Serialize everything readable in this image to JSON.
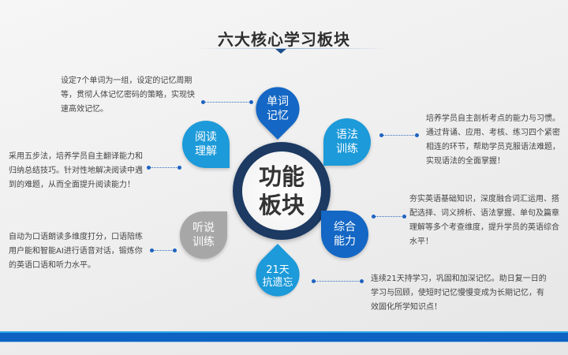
{
  "title": "六大核心学习板块",
  "center": {
    "line1": "功能",
    "line2": "板块"
  },
  "modules": [
    {
      "label_1": "单词",
      "label_2": "记忆",
      "desc": "设定7个单词为一组，设定的记忆周期等，贯彻人体记忆密码的策略，实现快速高效记忆。"
    },
    {
      "label_1": "语法",
      "label_2": "训练",
      "desc": "培养学员自主剖析考点的能力与习惯。通过背诵、应用、考核、练习四个紧密相连的环节，帮助学员克服语法难题，实现语法的全面掌握！"
    },
    {
      "label_1": "综合",
      "label_2": "能力",
      "desc": "夯实英语基础知识，深度融合词汇运用、搭配选择、词义辨析、语法掌握、单句及篇章理解等多个考查维度，提升学员的英语综合水平！"
    },
    {
      "label_1": "21天",
      "label_2": "抗遗忘",
      "desc": "连续21天持学习，巩固和加深记忆。助日复一日的学习与回顾，使短时记忆慢慢变成为长期记忆，有效固化所学知识点！"
    },
    {
      "label_1": "听说",
      "label_2": "训练",
      "desc": "自动为口语朗读多维度打分，口语陪练用户能和智能AI进行语音对话，锻炼你的英语口语和听力水平。"
    },
    {
      "label_1": "阅读",
      "label_2": "理解",
      "desc": "采用五步法，培养学员自主翻译能力和归纳总结技巧。针对性地解决阅读中遇到的难题，从而全面提升阅读能力！"
    }
  ],
  "colors": {
    "dark_blue": "#1467c4",
    "light_blue": "#1c9ad9",
    "gray": "#a7a7a7",
    "ring": "#1c3a62"
  }
}
